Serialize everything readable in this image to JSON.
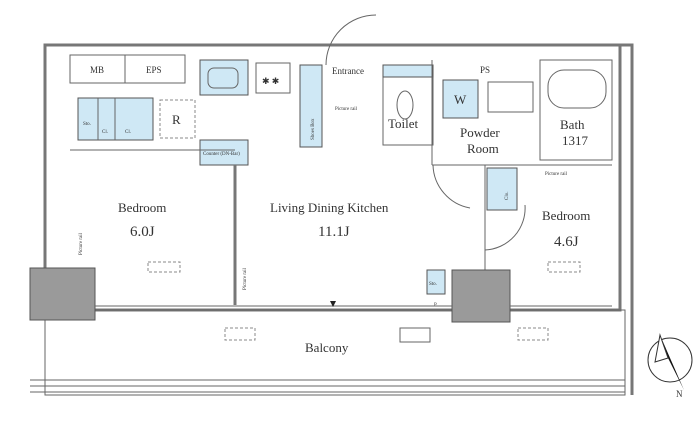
{
  "rooms": {
    "mb": "MB",
    "eps": "EPS",
    "sto_left": "Sto.",
    "cl1": "Cl.",
    "cl2": "Cl.",
    "refrigerator": "R",
    "counter": "Counter (DN-Bar)",
    "shoes_box": "Shoes Box",
    "entrance": "Entrance",
    "picture_rail_entrance": "Picture rail",
    "toilet": "Toilet",
    "ps": "PS",
    "washer": "W",
    "powder_room_1": "Powder",
    "powder_room_2": "Room",
    "bath_1": "Bath",
    "bath_2": "1317",
    "picture_rail_right": "Picture rail",
    "closet_right": "Clo.",
    "bedroom_left": "Bedroom",
    "bedroom_left_size": "6.0J",
    "picture_rail_left": "Picture rail",
    "picture_rail_mid": "Picture rail",
    "ldk": "Living Dining Kitchen",
    "ldk_size": "11.1J",
    "bedroom_right": "Bedroom",
    "bedroom_right_size": "4.6J",
    "sto_right": "Sto.",
    "p": "P",
    "balcony": "Balcony"
  },
  "compass": {
    "north": "N"
  }
}
